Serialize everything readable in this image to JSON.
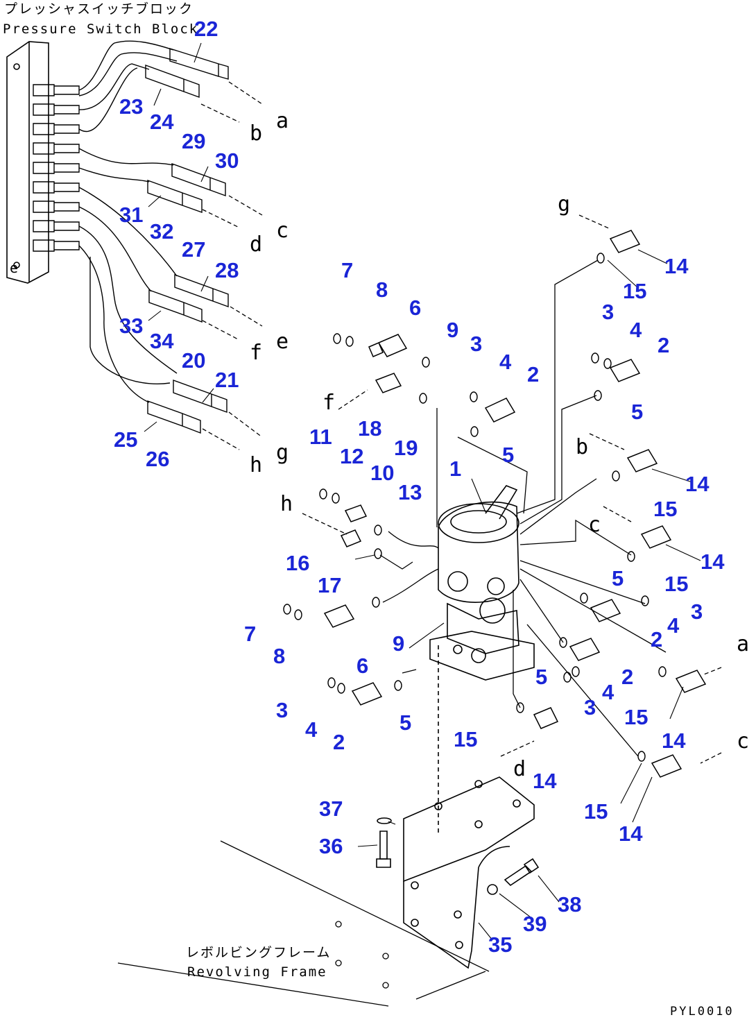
{
  "captions": {
    "pressure_block_jp": "プレッシャスイッチブロック",
    "pressure_block_en": "Pressure Switch Block",
    "frame_jp": "レボルビングフレーム",
    "frame_en": "Revolving Frame",
    "drawing_code": "PYL0010"
  },
  "callouts": [
    {
      "id": "c22a",
      "label": "22"
    },
    {
      "id": "c23",
      "label": "23"
    },
    {
      "id": "c24",
      "label": "24"
    },
    {
      "id": "c29",
      "label": "29"
    },
    {
      "id": "c30",
      "label": "30"
    },
    {
      "id": "c31",
      "label": "31"
    },
    {
      "id": "c32",
      "label": "32"
    },
    {
      "id": "c27",
      "label": "27"
    },
    {
      "id": "c28",
      "label": "28"
    },
    {
      "id": "c33",
      "label": "33"
    },
    {
      "id": "c34",
      "label": "34"
    },
    {
      "id": "c20",
      "label": "20"
    },
    {
      "id": "c21",
      "label": "21"
    },
    {
      "id": "c25",
      "label": "25"
    },
    {
      "id": "c26",
      "label": "26"
    },
    {
      "id": "c14a",
      "label": "14"
    },
    {
      "id": "c15a",
      "label": "15"
    },
    {
      "id": "c7a",
      "label": "7"
    },
    {
      "id": "c8a",
      "label": "8"
    },
    {
      "id": "c6a",
      "label": "6"
    },
    {
      "id": "c9a",
      "label": "9"
    },
    {
      "id": "c3a",
      "label": "3"
    },
    {
      "id": "c4a",
      "label": "4"
    },
    {
      "id": "c2a",
      "label": "2"
    },
    {
      "id": "c3b",
      "label": "3"
    },
    {
      "id": "c4b",
      "label": "4"
    },
    {
      "id": "c2b",
      "label": "2"
    },
    {
      "id": "c5a",
      "label": "5"
    },
    {
      "id": "c18",
      "label": "18"
    },
    {
      "id": "c19",
      "label": "19"
    },
    {
      "id": "c5b",
      "label": "5"
    },
    {
      "id": "c11",
      "label": "11"
    },
    {
      "id": "c12",
      "label": "12"
    },
    {
      "id": "c10",
      "label": "10"
    },
    {
      "id": "c13",
      "label": "13"
    },
    {
      "id": "c1",
      "label": "1"
    },
    {
      "id": "c14b",
      "label": "14"
    },
    {
      "id": "c15b",
      "label": "15"
    },
    {
      "id": "c16",
      "label": "16"
    },
    {
      "id": "c17",
      "label": "17"
    },
    {
      "id": "c14c",
      "label": "14"
    },
    {
      "id": "c15c",
      "label": "15"
    },
    {
      "id": "c5c",
      "label": "5"
    },
    {
      "id": "c3c",
      "label": "3"
    },
    {
      "id": "c4c",
      "label": "4"
    },
    {
      "id": "c2c",
      "label": "2"
    },
    {
      "id": "c7b",
      "label": "7"
    },
    {
      "id": "c8b",
      "label": "8"
    },
    {
      "id": "c6b",
      "label": "6"
    },
    {
      "id": "c9b",
      "label": "9"
    },
    {
      "id": "c5d",
      "label": "5"
    },
    {
      "id": "c2d",
      "label": "2"
    },
    {
      "id": "c4d",
      "label": "4"
    },
    {
      "id": "c3d",
      "label": "3"
    },
    {
      "id": "c15d",
      "label": "15"
    },
    {
      "id": "c14d",
      "label": "14"
    },
    {
      "id": "c3e",
      "label": "3"
    },
    {
      "id": "c4e",
      "label": "4"
    },
    {
      "id": "c2e",
      "label": "2"
    },
    {
      "id": "c5e",
      "label": "5"
    },
    {
      "id": "c15e",
      "label": "15"
    },
    {
      "id": "c14e",
      "label": "14"
    },
    {
      "id": "c15f",
      "label": "15"
    },
    {
      "id": "c14f",
      "label": "14"
    },
    {
      "id": "c37",
      "label": "37"
    },
    {
      "id": "c36",
      "label": "36"
    },
    {
      "id": "c38",
      "label": "38"
    },
    {
      "id": "c39",
      "label": "39"
    },
    {
      "id": "c35",
      "label": "35"
    }
  ],
  "port_letters": [
    {
      "id": "la1",
      "label": "a"
    },
    {
      "id": "lb1",
      "label": "b"
    },
    {
      "id": "lc1",
      "label": "c"
    },
    {
      "id": "ld1",
      "label": "d"
    },
    {
      "id": "le1",
      "label": "e"
    },
    {
      "id": "lf1",
      "label": "f"
    },
    {
      "id": "lg1",
      "label": "g"
    },
    {
      "id": "lh1",
      "label": "h"
    },
    {
      "id": "lg2",
      "label": "g"
    },
    {
      "id": "lf2",
      "label": "f"
    },
    {
      "id": "lh2",
      "label": "h"
    },
    {
      "id": "lb2",
      "label": "b"
    },
    {
      "id": "lc2",
      "label": "c"
    },
    {
      "id": "la2",
      "label": "a"
    },
    {
      "id": "ld2",
      "label": "d"
    },
    {
      "id": "lc3",
      "label": "c"
    },
    {
      "id": "le2",
      "label": "e"
    }
  ]
}
